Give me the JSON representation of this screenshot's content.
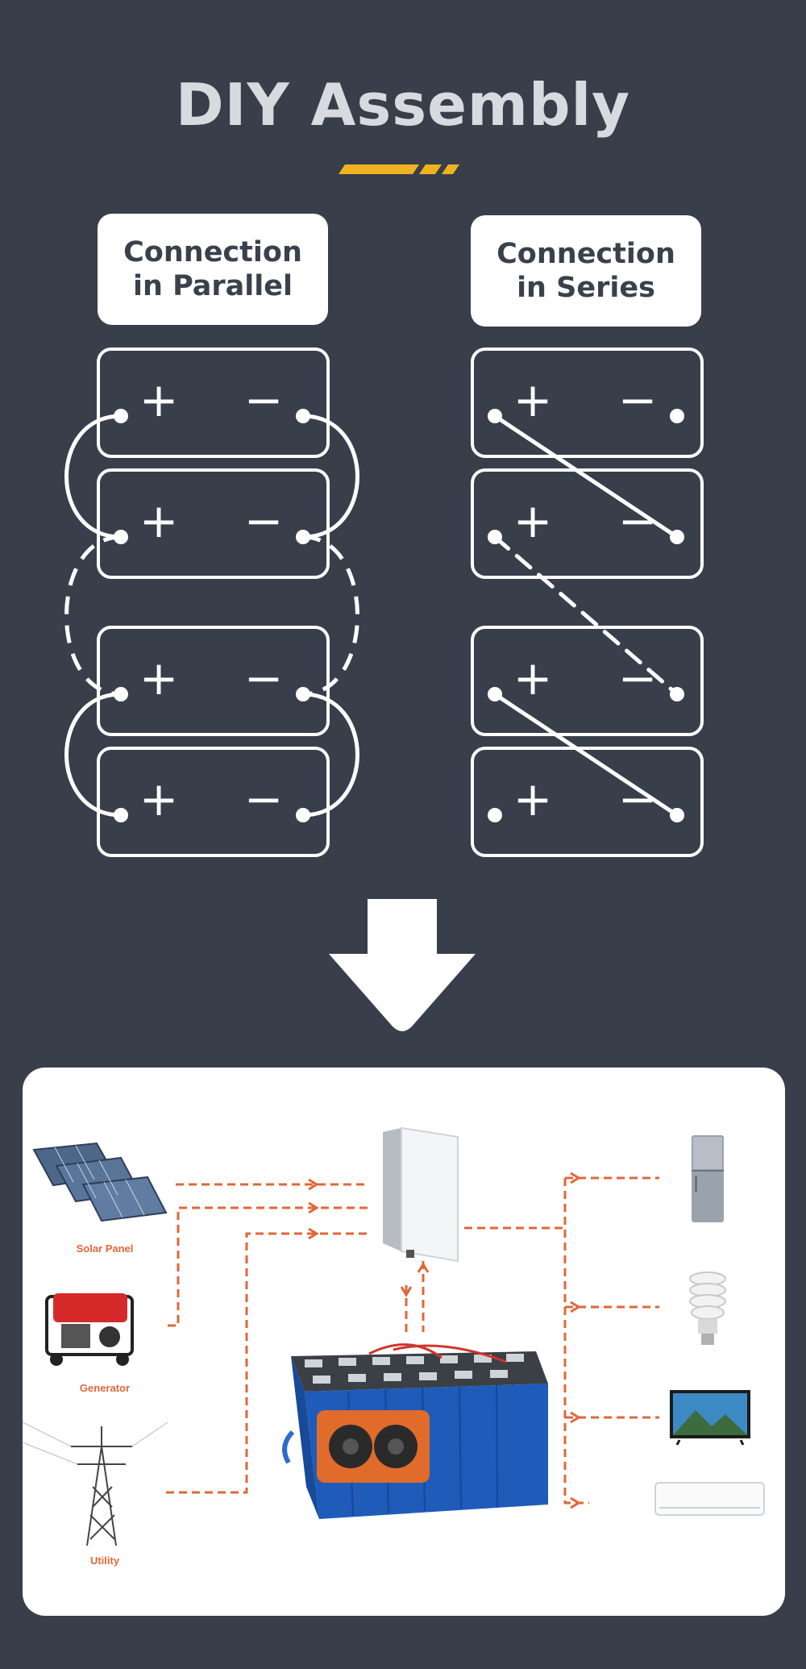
{
  "page": {
    "title": "DIY Assembly",
    "accent_color": "#f0b21e"
  },
  "diagrams": {
    "parallel": {
      "label_line1": "Connection",
      "label_line2": "in Parallel"
    },
    "series": {
      "label_line1": "Connection",
      "label_line2": "in Series"
    },
    "terminal_plus": "+",
    "terminal_minus": "−",
    "line_color": "#ffffff"
  },
  "system": {
    "flow_color": "#e0673a",
    "sources": [
      {
        "label": "Solar Panel",
        "icon": "solar-panel-icon"
      },
      {
        "label": "Generator",
        "icon": "generator-icon"
      },
      {
        "label": "Utility",
        "icon": "power-tower-icon"
      }
    ],
    "center": [
      {
        "icon": "inverter-icon"
      },
      {
        "icon": "battery-pack-icon"
      }
    ],
    "loads": [
      {
        "icon": "refrigerator-icon"
      },
      {
        "icon": "light-bulb-icon"
      },
      {
        "icon": "television-icon"
      },
      {
        "icon": "air-conditioner-icon"
      }
    ]
  }
}
